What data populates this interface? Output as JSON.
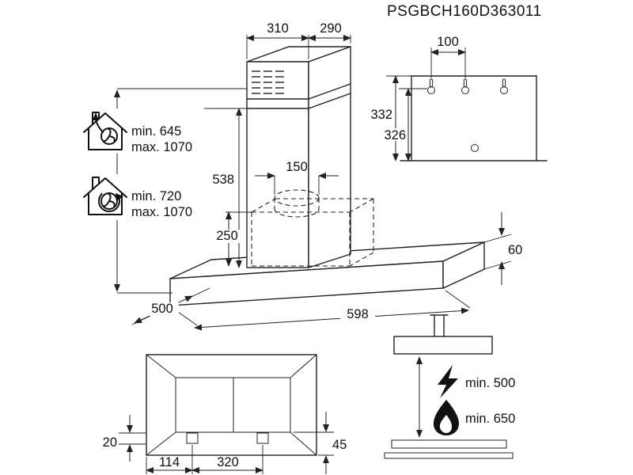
{
  "title": "PSGBCH160D363011",
  "main_view": {
    "dim_chimney_front_width": "310",
    "dim_chimney_side_depth": "290",
    "dim_chimney_height": "538",
    "dim_duct_diameter": "150",
    "dim_recirc_height": "250",
    "dim_hood_width": "598",
    "dim_hood_depth": "500",
    "dim_hood_body_height": "60",
    "extraction": {
      "min": "min. 645",
      "max": "max. 1070"
    },
    "recirculation": {
      "min": "min. 720",
      "max": "max. 1070"
    }
  },
  "bracket_view": {
    "dim_hole_spacing": "100",
    "dim_height_overall": "332",
    "dim_height_hooks": "326"
  },
  "bottom_view": {
    "dim_lamp_height": "20",
    "dim_lamp_inset": "114",
    "dim_lamp_spacing": "320",
    "dim_panel_offset": "45"
  },
  "clearance_view": {
    "electric_hob_min": "min. 500",
    "gas_hob_min": "min. 650"
  }
}
